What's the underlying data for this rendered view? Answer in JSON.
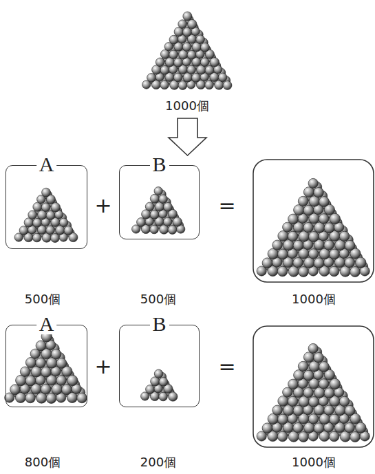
{
  "diagram": {
    "nodes": [
      {
        "text": [
          "A"
        ]
      },
      {
        "text": [
          "B"
        ]
      },
      {
        "text": [
          "A"
        ]
      },
      {
        "text": [
          "B"
        ]
      }
    ],
    "labels": [
      "1000個",
      "+",
      "=",
      "500個",
      "500個",
      "1000個",
      "+",
      "=",
      "800個",
      "200個",
      "1000個"
    ]
  }
}
